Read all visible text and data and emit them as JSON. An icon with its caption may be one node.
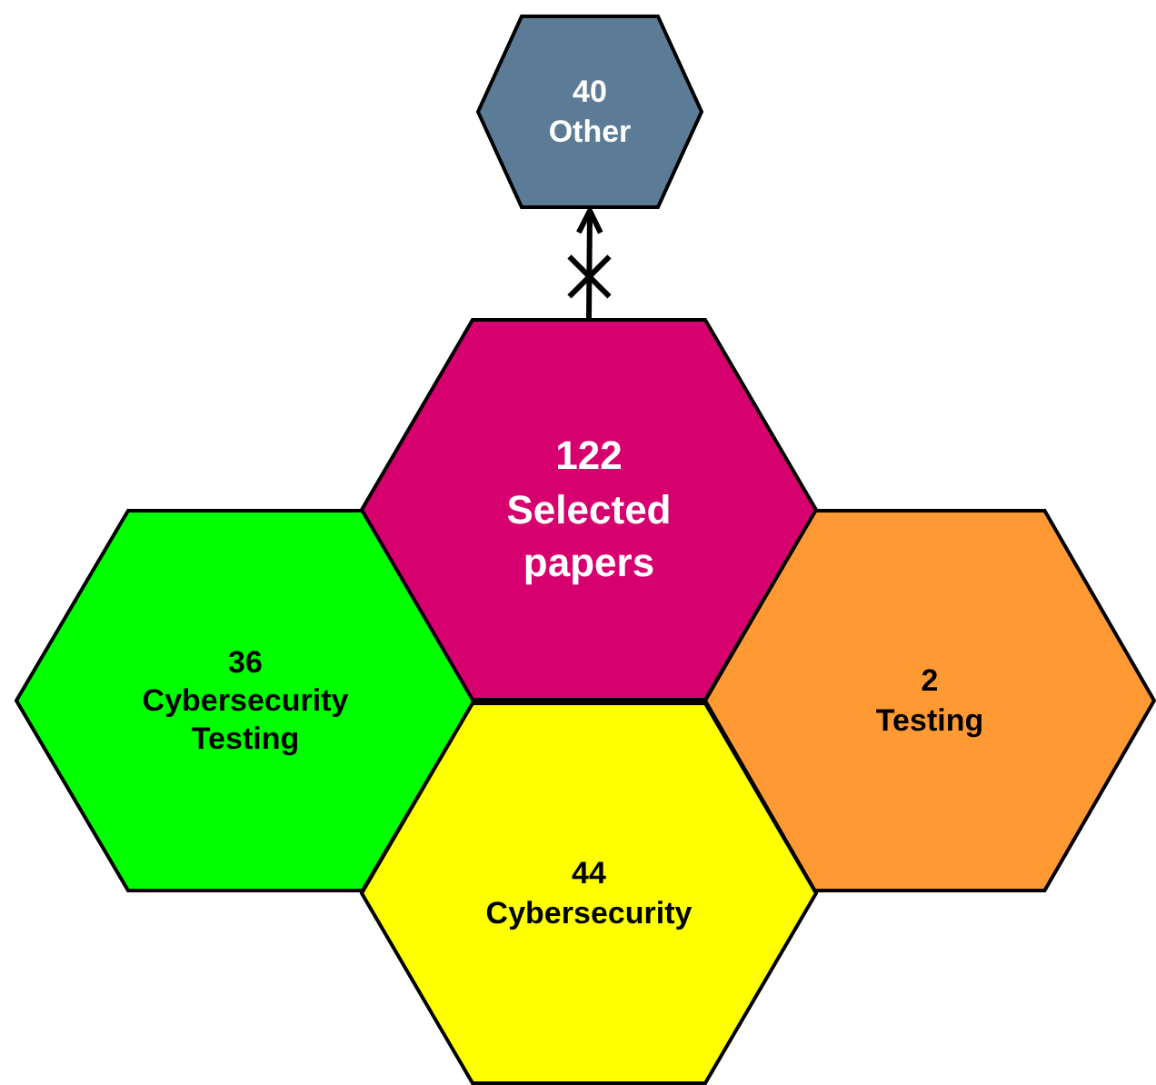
{
  "diagram": {
    "nodes": [
      {
        "text": [
          "40",
          "Other"
        ]
      },
      {
        "text": [
          "122",
          "Selected papers"
        ]
      },
      {
        "text": [
          "36",
          "Cybersecurity Testing"
        ]
      },
      {
        "text": [
          "2",
          "Testing"
        ]
      },
      {
        "text": [
          "44",
          "Cybersecurity"
        ]
      }
    ],
    "edges": [
      {
        "from": 1,
        "to": 0,
        "arrow": "to"
      }
    ]
  }
}
